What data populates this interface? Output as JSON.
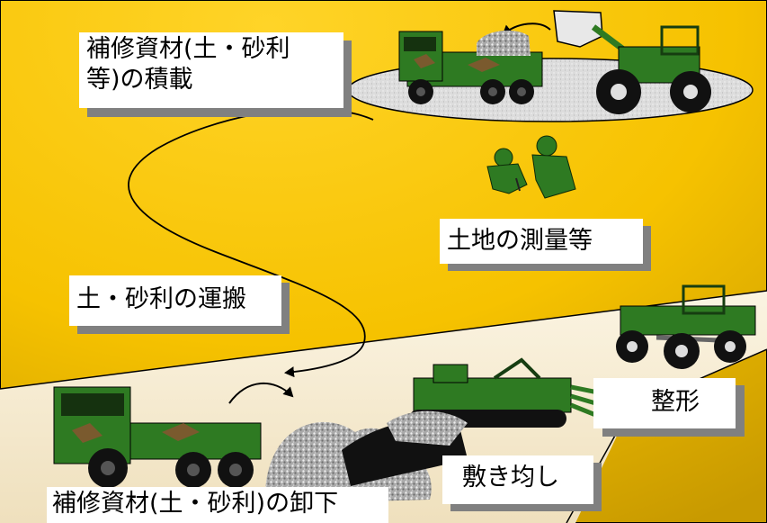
{
  "colors": {
    "background": "#FBC800",
    "road": "#F7ECD2",
    "plate": "#D8D8D8",
    "vehicle_green": "#2E7A22",
    "vehicle_brown": "#7A5A2E",
    "gravel": "#A8A8A8",
    "label_shadow": "#808080"
  },
  "labels": {
    "load": "補修資材(土・砂利\n等)の積載",
    "survey": "土地の測量等",
    "transport": "土・砂利の運搬",
    "shaping": "整形",
    "spreading": "敷き均し",
    "unload": "補修資材(土・砂利)の卸下"
  },
  "icons": {
    "loader": "wheel-loader-icon",
    "truck_top": "dump-truck-icon",
    "truck_bottom": "dump-truck-icon",
    "soldiers": "surveying-soldiers-icon",
    "grader": "motor-grader-icon",
    "bulldozer": "bulldozer-icon"
  }
}
